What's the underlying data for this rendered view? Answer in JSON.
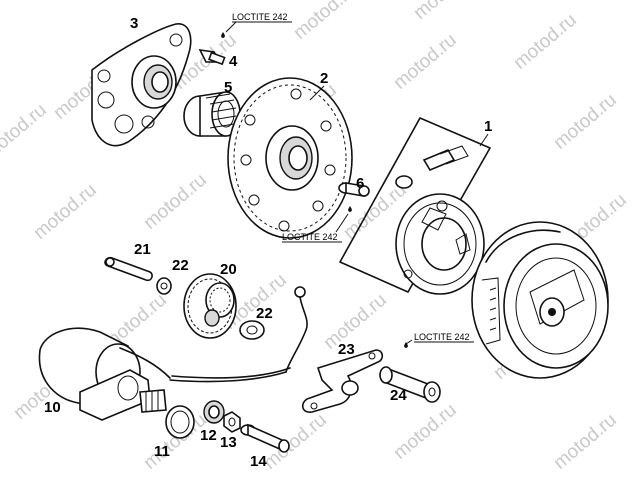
{
  "watermark": "motod.ru",
  "callouts": {
    "n1": "1",
    "n2": "2",
    "n3": "3",
    "n4": "4",
    "n5": "5",
    "n6": "6",
    "n10": "10",
    "n11": "11",
    "n12": "12",
    "n13": "13",
    "n14": "14",
    "n20": "20",
    "n21": "21",
    "n22a": "22",
    "n22b": "22",
    "n23": "23",
    "n24": "24"
  },
  "notes": {
    "loctite_top": "LOCTITE 242",
    "loctite_mid": "LOCTITE 242",
    "loctite_right": "LOCTITE 242"
  }
}
